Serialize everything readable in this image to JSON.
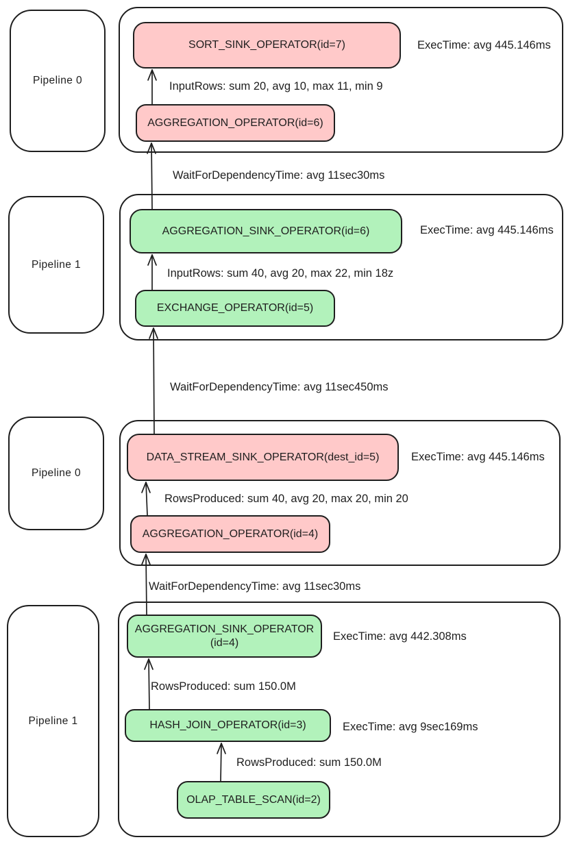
{
  "colors": {
    "red_fill": "#ffc9c9",
    "green_fill": "#b2f2bb",
    "stroke": "#1e1e1e",
    "background": "#ffffff"
  },
  "pipelines": [
    {
      "label": "Pipeline 0"
    },
    {
      "label": "Pipeline 1"
    },
    {
      "label": "Pipeline 0"
    },
    {
      "label": "Pipeline 1"
    }
  ],
  "nodes": {
    "sort_sink7": {
      "label": "SORT_SINK_OPERATOR(id=7)",
      "color": "red"
    },
    "agg_op6": {
      "label": "AGGREGATION_OPERATOR(id=6)",
      "color": "red"
    },
    "agg_sink6": {
      "label": "AGGREGATION_SINK_OPERATOR(id=6)",
      "color": "green"
    },
    "exchange5": {
      "label": "EXCHANGE_OPERATOR(id=5)",
      "color": "green"
    },
    "data_stream_sink5": {
      "label": "DATA_STREAM_SINK_OPERATOR(dest_id=5)",
      "color": "red"
    },
    "agg_op4": {
      "label": "AGGREGATION_OPERATOR(id=4)",
      "color": "red"
    },
    "agg_sink4": {
      "label": "AGGREGATION_SINK_OPERATOR\n(id=4)",
      "color": "green"
    },
    "hash_join3": {
      "label": "HASH_JOIN_OPERATOR(id=3)",
      "color": "green"
    },
    "olap_scan2": {
      "label": "OLAP_TABLE_SCAN(id=2)",
      "color": "green"
    }
  },
  "exec_times": {
    "sort_sink7": "ExecTime: avg 445.146ms",
    "agg_sink6": "ExecTime: avg 445.146ms",
    "data_stream_sink5": "ExecTime: avg 445.146ms",
    "agg_sink4": "ExecTime: avg 442.308ms",
    "hash_join3": "ExecTime: avg 9sec169ms"
  },
  "edge_labels": {
    "input_rows_sort": "InputRows: sum 20, avg 10, max 11, min 9",
    "wait_1": "WaitForDependencyTime: avg 11sec30ms",
    "input_rows_agg_sink6": "InputRows: sum 40, avg 20, max 22, min 18z",
    "wait_2": "WaitForDependencyTime: avg 11sec450ms",
    "rows_produced_dss5": "RowsProduced: sum 40, avg 20, max 20, min 20",
    "wait_3": "WaitForDependencyTime: avg 11sec30ms",
    "rows_produced_agg_sink4": "RowsProduced: sum 150.0M",
    "rows_produced_hash_join3": "RowsProduced: sum 150.0M"
  }
}
